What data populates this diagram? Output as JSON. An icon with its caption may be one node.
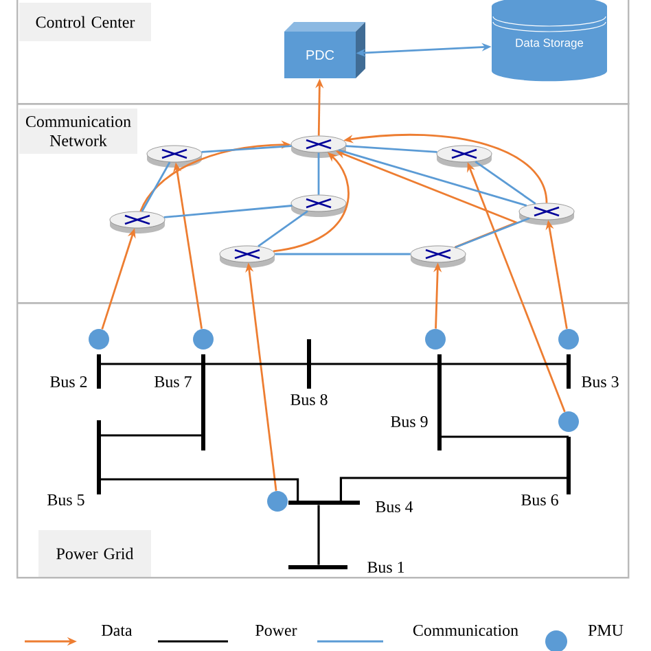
{
  "diagram": {
    "nodes": [
      {
        "text": [
          "Control Center"
        ]
      },
      {
        "text": [
          "PDC"
        ],
        "in": 0
      },
      {
        "text": [
          "Data Storage"
        ],
        "in": 0
      },
      {
        "text": [
          "Communication Network"
        ]
      },
      {
        "text": [],
        "shape": "router",
        "in": 3
      },
      {
        "text": [],
        "shape": "router",
        "in": 3
      },
      {
        "text": [],
        "shape": "router",
        "in": 3
      },
      {
        "text": [],
        "shape": "router",
        "in": 3
      },
      {
        "text": [],
        "shape": "router",
        "in": 3
      },
      {
        "text": [],
        "shape": "router",
        "in": 3
      },
      {
        "text": [],
        "shape": "router",
        "in": 3
      },
      {
        "text": [],
        "shape": "router",
        "in": 3
      },
      {
        "text": [
          "Power Grid"
        ]
      },
      {
        "text": [],
        "shape": "circle",
        "in": 12
      },
      {
        "text": [],
        "shape": "circle",
        "in": 12
      },
      {
        "text": [],
        "shape": "circle",
        "in": 12
      },
      {
        "text": [],
        "shape": "circle",
        "in": 12
      },
      {
        "text": [],
        "shape": "circle",
        "in": 12
      },
      {
        "text": [],
        "shape": "circle",
        "in": 12
      },
      {
        "text": [
          "Bus 2"
        ],
        "in": 12
      },
      {
        "text": [
          "Bus 7"
        ],
        "in": 12
      },
      {
        "text": [
          "Bus 8"
        ],
        "in": 12
      },
      {
        "text": [
          "Bus 3"
        ],
        "in": 12
      },
      {
        "text": [
          "Bus 9"
        ],
        "in": 12
      },
      {
        "text": [
          "Bus 5"
        ],
        "in": 12
      },
      {
        "text": [
          "Bus 4"
        ],
        "in": 12
      },
      {
        "text": [
          "Bus 6"
        ],
        "in": 12
      },
      {
        "text": [
          "Bus 1"
        ],
        "in": 12
      }
    ],
    "edges": [
      {
        "from": 13,
        "to": 9,
        "arrow": "to",
        "color": "#ed7d31"
      },
      {
        "from": 14,
        "to": 5,
        "arrow": "to",
        "color": "#ed7d31"
      },
      {
        "from": 9,
        "to": 4,
        "arrow": "to",
        "color": "#ed7d31"
      },
      {
        "from": 18,
        "to": 10,
        "arrow": "to",
        "color": "#ed7d31"
      },
      {
        "from": 10,
        "to": 4,
        "arrow": "to",
        "color": "#ed7d31"
      },
      {
        "from": 15,
        "to": 11,
        "arrow": "to",
        "color": "#ed7d31"
      },
      {
        "from": 11,
        "to": 4,
        "arrow": "to",
        "color": "#ed7d31"
      },
      {
        "from": 17,
        "to": 6,
        "arrow": "to",
        "color": "#ed7d31"
      },
      {
        "from": 16,
        "to": 8,
        "arrow": "to",
        "color": "#ed7d31"
      },
      {
        "from": 8,
        "to": 4,
        "arrow": "to",
        "color": "#ed7d31"
      },
      {
        "from": 4,
        "to": 1,
        "arrow": "to",
        "color": "#ed7d31"
      },
      {
        "from": 1,
        "to": 2,
        "arrow": "both",
        "color": "#5b9bd5"
      },
      {
        "from": 5,
        "to": 4,
        "arrow": "none",
        "color": "#5b9bd5"
      },
      {
        "from": 5,
        "to": 9,
        "arrow": "none",
        "color": "#5b9bd5"
      },
      {
        "from": 9,
        "to": 7,
        "arrow": "none",
        "color": "#5b9bd5"
      },
      {
        "from": 7,
        "to": 4,
        "arrow": "none",
        "color": "#5b9bd5"
      },
      {
        "from": 7,
        "to": 10,
        "arrow": "none",
        "color": "#5b9bd5"
      },
      {
        "from": 10,
        "to": 11,
        "arrow": "none",
        "color": "#5b9bd5"
      },
      {
        "from": 11,
        "to": 8,
        "arrow": "none",
        "color": "#5b9bd5"
      },
      {
        "from": 8,
        "to": 6,
        "arrow": "none",
        "color": "#5b9bd5"
      },
      {
        "from": 6,
        "to": 4,
        "arrow": "none",
        "color": "#5b9bd5"
      },
      {
        "from": 4,
        "to": 8,
        "arrow": "none",
        "color": "#5b9bd5"
      },
      {
        "from": 19,
        "to": 20,
        "arrow": "none",
        "color": "#000000"
      },
      {
        "from": 20,
        "to": 21,
        "arrow": "none",
        "color": "#000000"
      },
      {
        "from": 21,
        "to": 23,
        "arrow": "none",
        "color": "#000000"
      },
      {
        "from": 23,
        "to": 22,
        "arrow": "none",
        "color": "#000000"
      },
      {
        "from": 20,
        "to": 24,
        "arrow": "none",
        "color": "#000000"
      },
      {
        "from": 23,
        "to": 26,
        "arrow": "none",
        "color": "#000000"
      },
      {
        "from": 24,
        "to": 25,
        "arrow": "none",
        "color": "#000000"
      },
      {
        "from": 26,
        "to": 25,
        "arrow": "none",
        "color": "#000000"
      },
      {
        "from": 25,
        "to": 27,
        "arrow": "none",
        "color": "#000000"
      }
    ],
    "legend": [
      {
        "text": "Data"
      },
      {
        "text": "Power"
      },
      {
        "text": "Communication"
      },
      {
        "text": "PMU"
      }
    ]
  }
}
